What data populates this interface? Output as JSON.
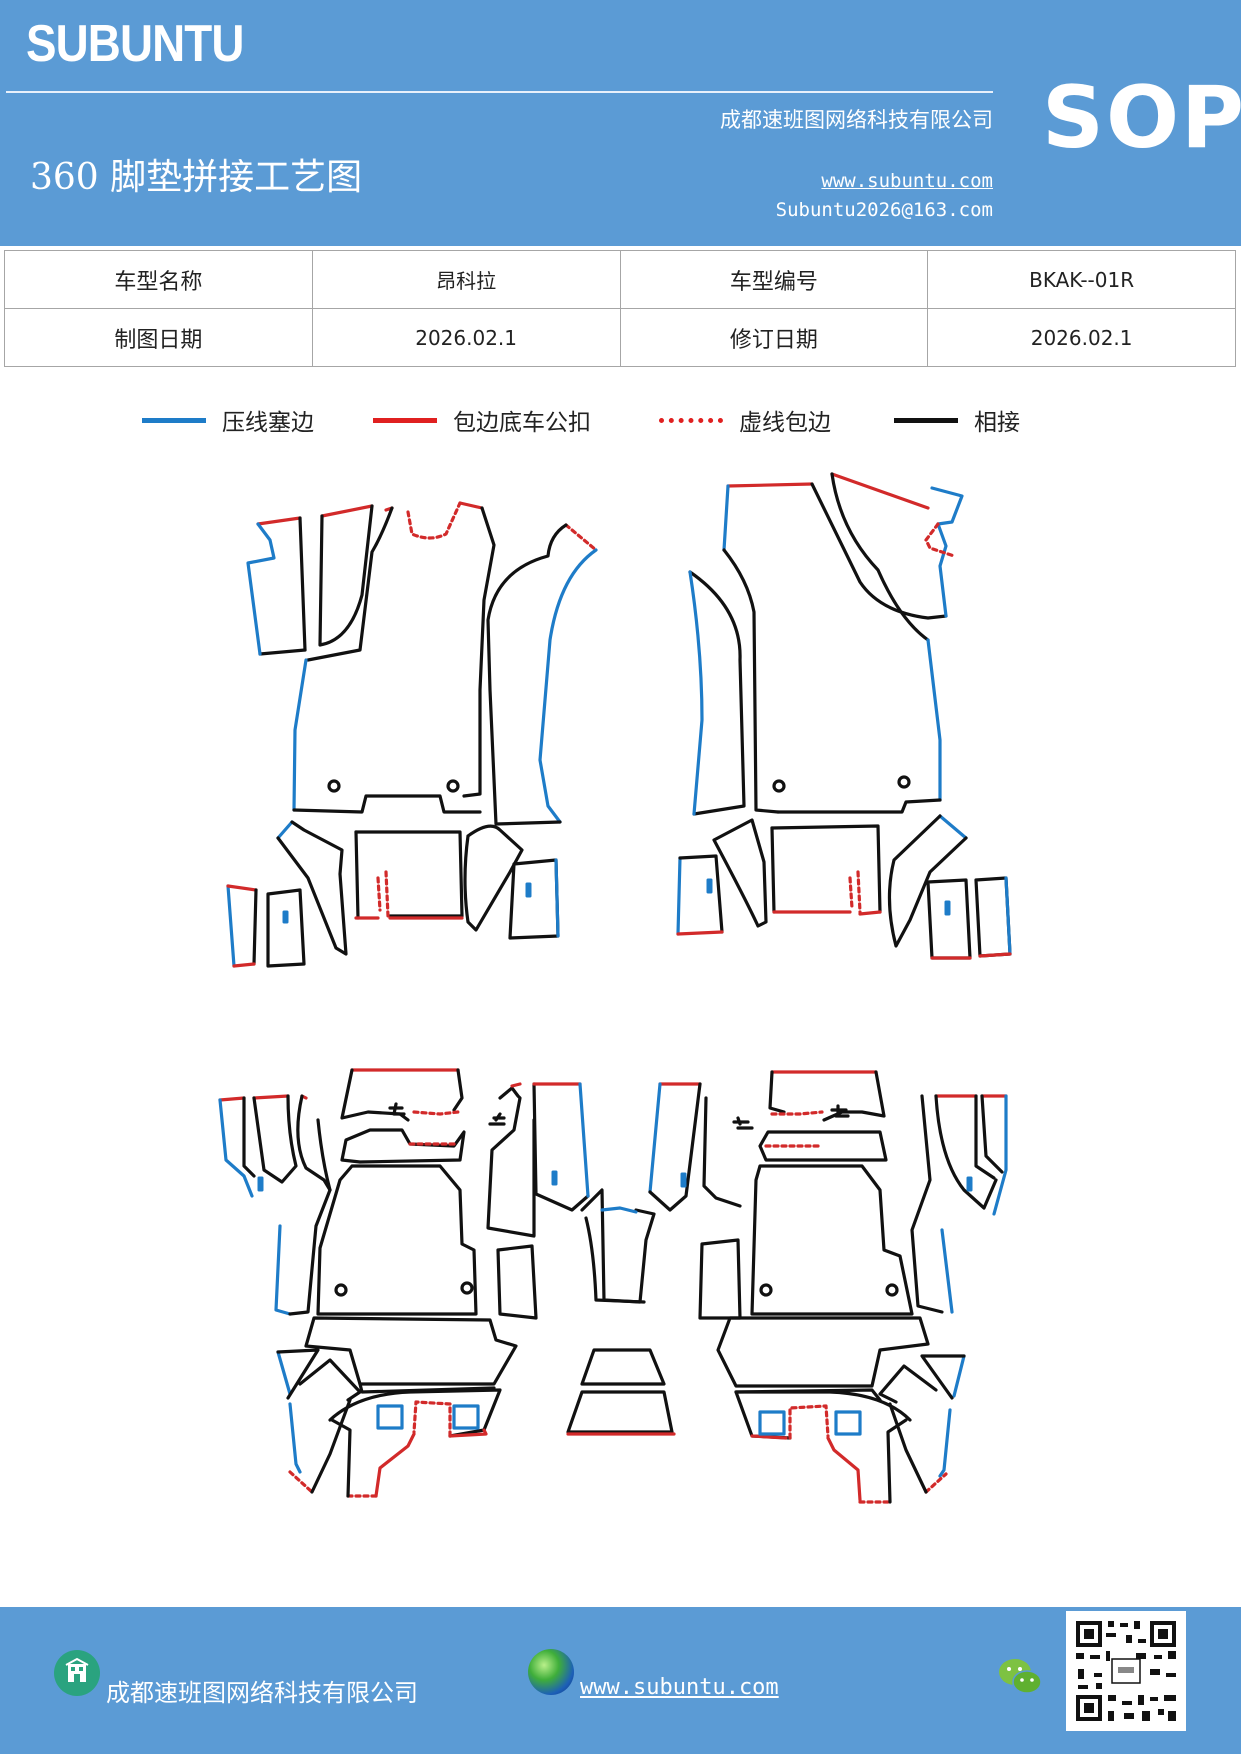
{
  "header": {
    "logo": "SUBUNTU",
    "company": "成都速班图网络科技有限公司",
    "title": "360 脚垫拼接工艺图",
    "website": "www.subuntu.com",
    "email": "Subuntu2026@163.com",
    "badge": "SOP"
  },
  "info": {
    "model_name_label": "车型名称",
    "model_name": "昂科拉",
    "model_code_label": "车型编号",
    "model_code": "BKAK--01R",
    "draw_date_label": "制图日期",
    "draw_date": "2026.02.1",
    "revise_date_label": "修订日期",
    "revise_date": "2026.02.1"
  },
  "legend": [
    {
      "label": "压线塞边",
      "color": "#1E7CC8",
      "style": "solid"
    },
    {
      "label": "包边底车公扣",
      "color": "#E02020",
      "style": "solid"
    },
    {
      "label": "虚线包边",
      "color": "#E02020",
      "style": "dotted"
    },
    {
      "label": "相接",
      "color": "#111111",
      "style": "solid"
    }
  ],
  "colors": {
    "header_bg": "#5B9BD5",
    "blue_line": "#1E7CC8",
    "red_line": "#D22A2A",
    "black_line": "#111111"
  },
  "footer": {
    "company": "成都速班图网络科技有限公司",
    "website": "www.subuntu.com",
    "icons": [
      "building-icon",
      "globe-icon",
      "wechat-icon",
      "qr-code"
    ]
  }
}
